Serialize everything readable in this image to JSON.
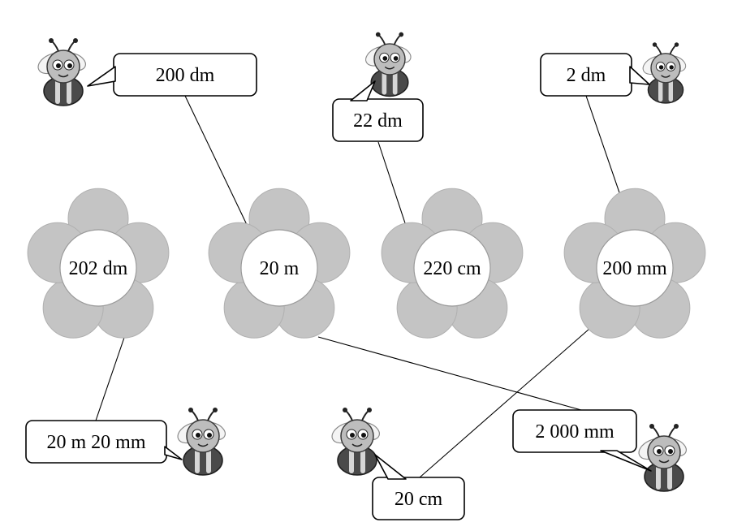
{
  "flowers": [
    {
      "label": "202 dm"
    },
    {
      "label": "20 m"
    },
    {
      "label": "220 cm"
    },
    {
      "label": "200 mm"
    }
  ],
  "bubbles": [
    {
      "label": "200 dm"
    },
    {
      "label": "22 dm"
    },
    {
      "label": "2 dm"
    },
    {
      "label": "20 m 20 mm"
    },
    {
      "label": "20 cm"
    },
    {
      "label": "2 000 mm"
    }
  ],
  "icons": {
    "bee": "bee-icon",
    "flower": "flower-icon"
  },
  "colors": {
    "petal": "#c4c4c4",
    "line": "#000000",
    "bubble_border": "#000000"
  }
}
